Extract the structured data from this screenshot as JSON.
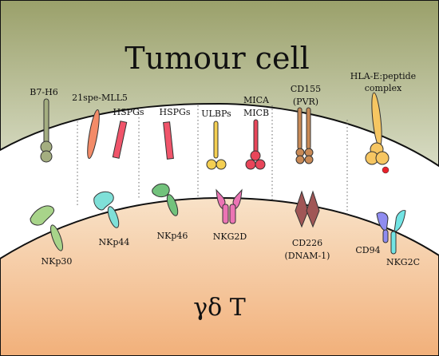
{
  "tumour_cell": {
    "title": "Tumour cell"
  },
  "t_cell": {
    "title": "γδ T"
  },
  "ligands": [
    {
      "id": "b7h6",
      "label": "B7-H6"
    },
    {
      "id": "mll5",
      "label": "21spe-MLL5"
    },
    {
      "id": "hspgs1",
      "label": "HSPGs"
    },
    {
      "id": "hspgs2",
      "label": "HSPGs"
    },
    {
      "id": "ulbps",
      "label": "ULBPs"
    },
    {
      "id": "mica",
      "label": "MICA"
    },
    {
      "id": "micb",
      "label": "MICB"
    },
    {
      "id": "cd155",
      "label": "CD155"
    },
    {
      "id": "pvr",
      "label": "(PVR)"
    },
    {
      "id": "hlae1",
      "label": "HLA-E:peptide"
    },
    {
      "id": "hlae2",
      "label": "complex"
    }
  ],
  "receptors": [
    {
      "id": "nkp30",
      "label": "NKp30"
    },
    {
      "id": "nkp44",
      "label": "NKp44"
    },
    {
      "id": "nkp46",
      "label": "NKp46"
    },
    {
      "id": "nkg2d",
      "label": "NKG2D"
    },
    {
      "id": "cd226",
      "label": "CD226"
    },
    {
      "id": "dnam1",
      "label": "(DNAM-1)"
    },
    {
      "id": "cd94",
      "label": "CD94"
    },
    {
      "id": "nkg2c",
      "label": "NKG2C"
    }
  ],
  "colors": {
    "tumour_top": "#9aa06a",
    "tumour_bottom": "#d8dcc4",
    "tcell_top": "#f8e2c8",
    "tcell_bottom": "#f2b07a",
    "b7h6": "#a4ae80",
    "mll5": "#f38b68",
    "hspgs": "#f0546a",
    "ulbps": "#f4cf52",
    "mica": "#e8455a",
    "cd155": "#c98a56",
    "hlae": "#f6c662",
    "peptide": "#e8202a",
    "nkp30": "#a8d48a",
    "nkp44": "#7fe0d8",
    "nkp46": "#72c27c",
    "nkg2d": "#ec74b4",
    "cd226": "#a05656",
    "cd94": "#8f8cf0",
    "nkg2c": "#72e4e4"
  }
}
